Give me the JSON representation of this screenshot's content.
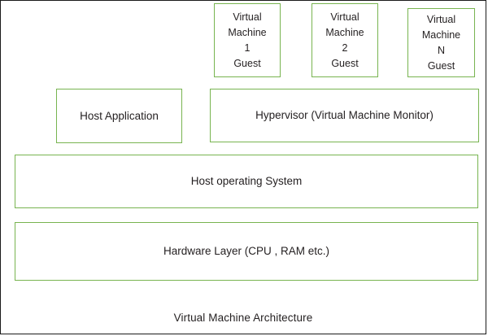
{
  "diagram": {
    "caption": "Virtual Machine Architecture",
    "colors": {
      "box_border": "#78b450",
      "frame_border": "#1a1a1a",
      "text": "#231f20",
      "background": "#ffffff"
    },
    "guests": [
      {
        "id": "vm-1",
        "lines": [
          "Virtual",
          "Machine",
          "1",
          "Guest"
        ]
      },
      {
        "id": "vm-2",
        "lines": [
          "Virtual",
          "Machine",
          "2",
          "Guest"
        ]
      },
      {
        "id": "vm-n",
        "lines": [
          "Virtual",
          "Machine",
          "N",
          "Guest"
        ]
      }
    ],
    "layers": {
      "host_application": "Host Application",
      "hypervisor": "Hypervisor (Virtual Machine Monitor)",
      "host_operating_system": "Host operating System",
      "hardware_layer": "Hardware Layer (CPU , RAM etc.)"
    }
  }
}
